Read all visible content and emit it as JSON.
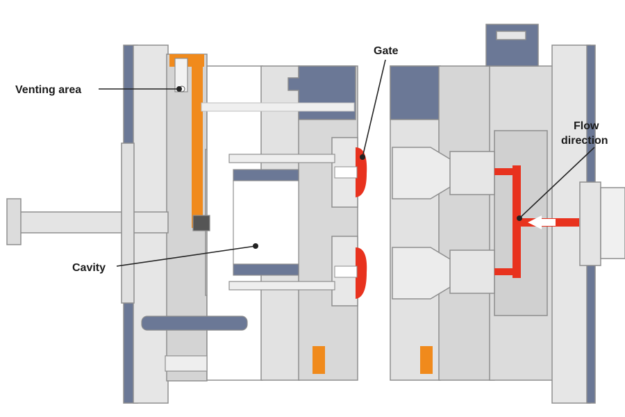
{
  "diagram": {
    "title": "",
    "labels": {
      "venting_area": "Venting area",
      "gate": "Gate",
      "flow_direction_line1": "Flow",
      "flow_direction_line2": "direction",
      "cavity": "Cavity"
    },
    "colors": {
      "plate_light": "#e6e6e6",
      "plate_mid": "#d4d4d4",
      "plate_dark": "#6b7896",
      "background": "#ffffff",
      "molten_plastic": "#e8321e",
      "highlight_orange": "#f08a1c",
      "outline": "#8e8e8e",
      "leader_line": "#222222"
    }
  }
}
